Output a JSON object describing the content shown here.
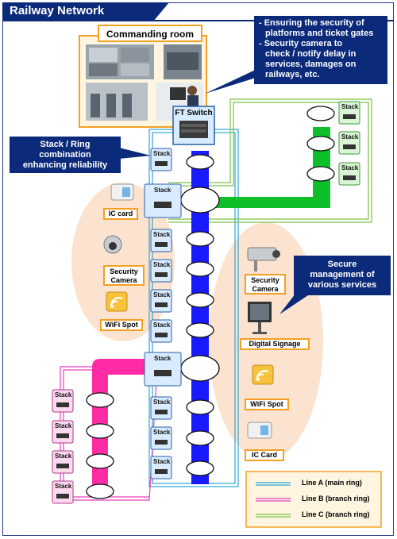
{
  "title": "Railway Network",
  "commanding_room": {
    "label": "Commanding room"
  },
  "ft_switch": {
    "label": "FT Switch"
  },
  "callouts": {
    "security": {
      "line1": "- Ensuring the security of",
      "line2": "platforms and ticket gates",
      "line3": "- Security camera to",
      "line4": "check / notify delay in",
      "line5": "services, damages on",
      "line6": "railways, etc."
    },
    "stack_ring": {
      "line1": "Stack / Ring",
      "line2": "combination",
      "line3": "enhancing reliability"
    },
    "secure": {
      "line1": "Secure",
      "line2": "management of",
      "line3": "various services"
    }
  },
  "stack_label": "Stack",
  "devices": {
    "ic_card_left": "IC card",
    "security_camera_left": "Security Camera",
    "wifi_left": "WiFi Spot",
    "security_camera_right": "Security Camera",
    "digital_signage": "Digital Signage",
    "wifi_right": "WiFi Spot",
    "ic_card_right": "IC Card"
  },
  "legend": [
    {
      "label": "Line A (main ring)",
      "color": "#2aa6d8"
    },
    {
      "label": "Line B (branch  ring)",
      "color": "#e83fbf"
    },
    {
      "label": "Line C (branch  ring)",
      "color": "#7cc242"
    }
  ],
  "colors": {
    "main_ring": "#1a1aff",
    "branch_b": "#ff2ca6",
    "branch_c": "#0fbf2a",
    "title_bar": "#0b2a7a",
    "accent_orange": "#f5a021"
  }
}
